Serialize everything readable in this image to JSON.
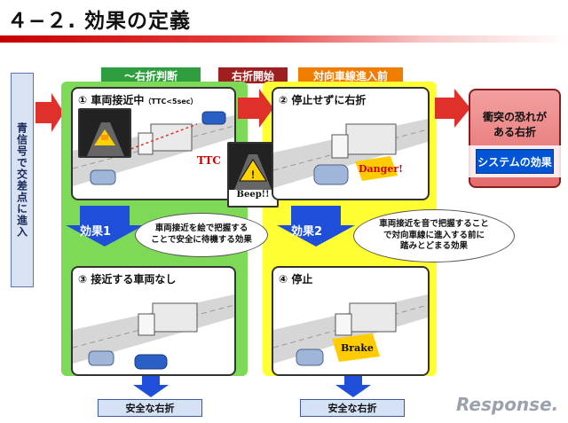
{
  "title": "４−２. 効果の定義",
  "left_label": "青信号で交差点に進入",
  "phase_tags": {
    "before_turn": "〜右折判断",
    "turn_start": "右折開始",
    "oncoming_lane": "対向車線進入前"
  },
  "scenes": {
    "s1_label": "① 車両接近中",
    "s1_ttc_note": "（TTC<5sec）",
    "s1_ttc": "TTC",
    "s2_label": "② 停止せずに右折",
    "s2_danger": "Danger!",
    "s2_beep": "Beep!!",
    "s3_label": "③ 接近する車両なし",
    "s4_label": "④ 停止",
    "s4_brake": "Brake"
  },
  "effects": {
    "e1_label": "効果1",
    "e1_desc_line1": "車両接近を絵で把握する",
    "e1_desc_line2": "ことで安全に待機する効果",
    "e2_label": "効果2",
    "e2_desc_line1": "車両接近を音で把握すること",
    "e2_desc_line2": "で対向車線に進入する前に",
    "e2_desc_line3": "踏みとどまる効果"
  },
  "outcomes": {
    "safe_turn_left": "安全な右折",
    "safe_turn_right": "安全な右折"
  },
  "right_panel": {
    "risk_line1": "衝突の恐れが",
    "risk_line2": "ある右折",
    "system_effect": "システムの効果"
  },
  "logo_text": "Response.",
  "colors": {
    "accent_red": "#d00000",
    "green_panel": "#7ed957",
    "yellow_panel": "#ffff33",
    "effect_blue": "#1f4fd8",
    "tag_green": "#2e9e3e",
    "tag_darkred": "#9e1f1f",
    "tag_orange": "#f07c00"
  }
}
